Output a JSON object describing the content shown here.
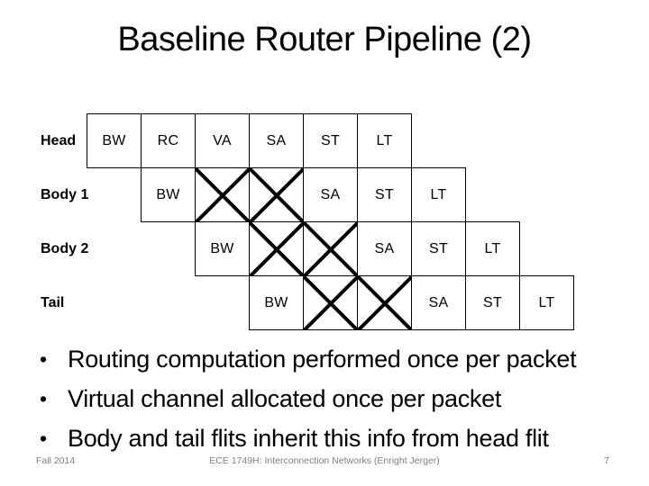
{
  "slide": {
    "title": "Baseline Router Pipeline (2)"
  },
  "bullet_char": "•",
  "pipeline": {
    "crossed_marker": "X",
    "rows": [
      {
        "label": "Head",
        "offset": 0,
        "cells": [
          "BW",
          "RC",
          "VA",
          "SA",
          "ST",
          "LT"
        ]
      },
      {
        "label": "Body 1",
        "offset": 1,
        "cells": [
          "BW",
          "X",
          "X",
          "SA",
          "ST",
          "LT"
        ]
      },
      {
        "label": "Body 2",
        "offset": 2,
        "cells": [
          "BW",
          "X",
          "X",
          "SA",
          "ST",
          "LT"
        ]
      },
      {
        "label": "Tail",
        "offset": 3,
        "cells": [
          "BW",
          "X",
          "X",
          "SA",
          "ST",
          "LT"
        ]
      }
    ]
  },
  "bullets": [
    "Routing computation performed once per packet",
    "Virtual channel allocated once per packet",
    "Body and tail flits inherit this info from head flit"
  ],
  "footer": {
    "left": "Fall 2014",
    "center": "ECE 1749H: Interconnection Networks (Enright Jerger)",
    "page": "7"
  },
  "colors": {
    "background": "#ffffff",
    "text": "#000000",
    "grid_line": "#000000",
    "footer_text": "#7f7f7f"
  }
}
